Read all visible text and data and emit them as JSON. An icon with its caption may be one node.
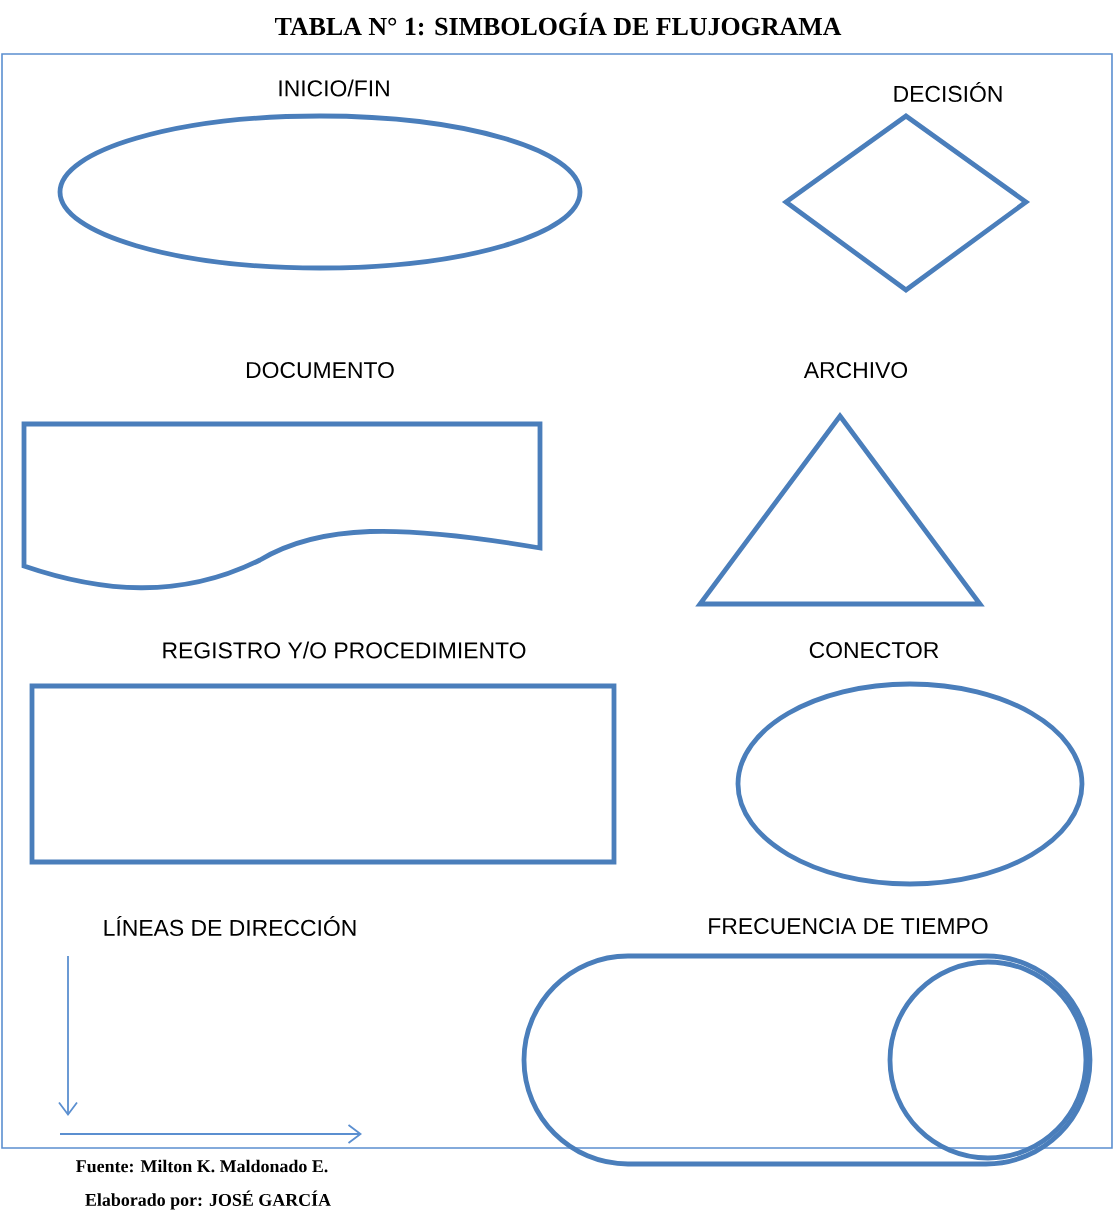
{
  "diagram": {
    "title": "TABLA N° 1: SIMBOLOGÍA DE FLUJOGRAMA",
    "nodes": [
      {
        "text": [
          "INICIO/FIN"
        ]
      },
      {
        "text": [
          "DECISIÓN"
        ]
      },
      {
        "text": [
          "DOCUMENTO"
        ]
      },
      {
        "text": [
          "ARCHIVO"
        ]
      },
      {
        "text": [
          "REGISTRO Y/O PROCEDIMIENTO"
        ]
      },
      {
        "text": [
          "CONECTOR"
        ]
      },
      {
        "text": [
          "FRECUENCIA DE TIEMPO"
        ]
      }
    ],
    "labels": [
      "LÍNEAS DE DIRECCIÓN",
      "Fuente: Milton K. Maldonado E.",
      "Elaborado por: JOSÉ GARCÍA"
    ]
  }
}
